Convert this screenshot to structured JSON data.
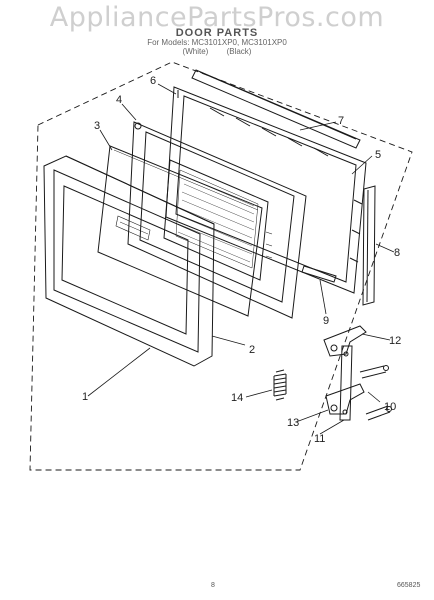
{
  "watermark": "AppliancePartsPros.com",
  "header": {
    "title": "DOOR PARTS",
    "models_line": "For Models: MC3101XP0, MC3101XP0",
    "variants": [
      "(White)",
      "(Black)"
    ]
  },
  "callouts": [
    "1",
    "2",
    "3",
    "4",
    "5",
    "6",
    "7",
    "8",
    "9",
    "10",
    "11",
    "12",
    "13",
    "14"
  ],
  "footer": {
    "page_number": "8",
    "doc_code": "665825"
  }
}
